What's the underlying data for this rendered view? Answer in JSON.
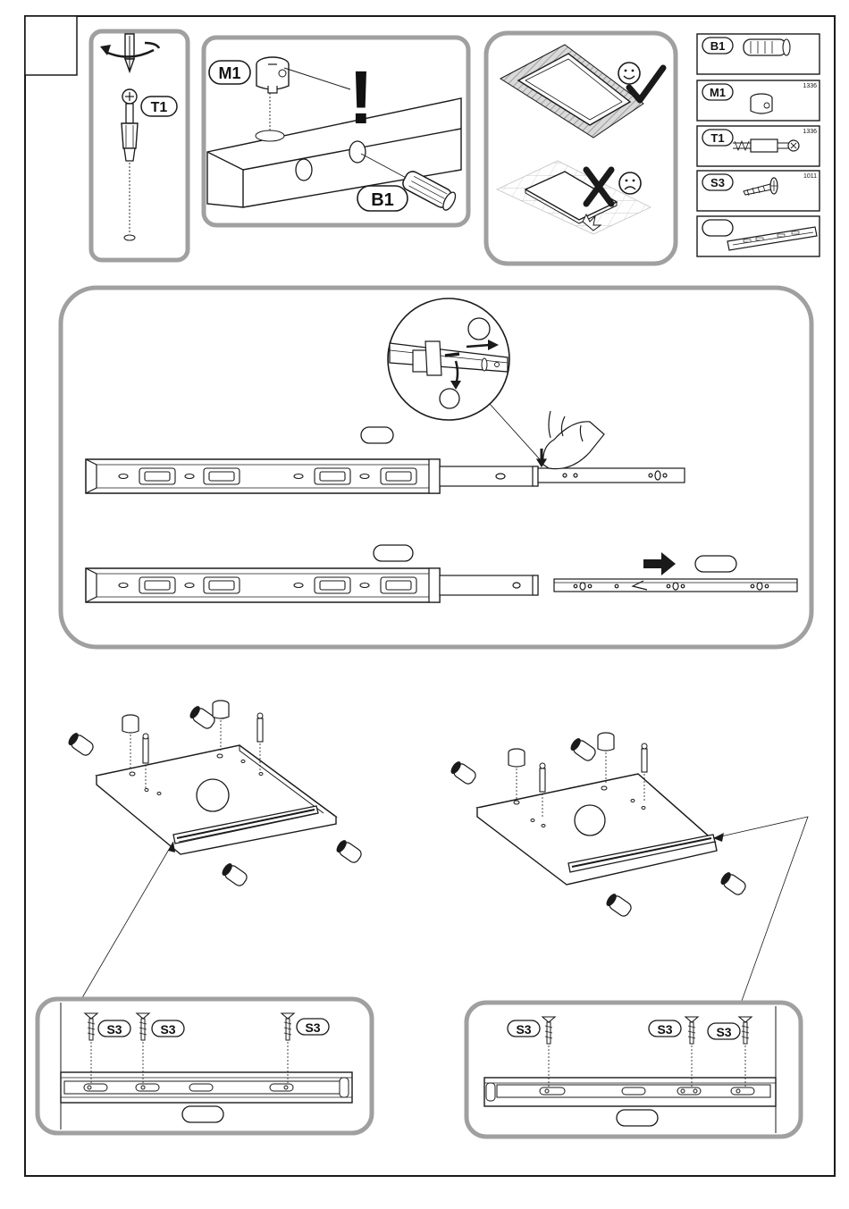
{
  "step_number": "",
  "labels": {
    "t1": "T1",
    "m1": "M1",
    "b1": "B1",
    "s3": "S3",
    "exclaim": "!"
  },
  "parts_list": [
    {
      "code": "B1",
      "qty": ""
    },
    {
      "code": "M1",
      "qty": "1336"
    },
    {
      "code": "T1",
      "qty": "1336"
    },
    {
      "code": "S3",
      "qty": "1011"
    },
    {
      "code": "",
      "qty": ""
    }
  ],
  "icons": {
    "rotate": "rotate-arrow-icon",
    "happy": "smiley-happy-icon",
    "sad": "smiley-sad-icon",
    "check": "checkmark-icon",
    "cross": "cross-icon",
    "warning": "exclamation-icon",
    "arrow": "arrow-right-icon"
  },
  "colors": {
    "line": "#1a1a1a",
    "frame": "#9a9a9a",
    "mat": "#cfcfcf"
  }
}
